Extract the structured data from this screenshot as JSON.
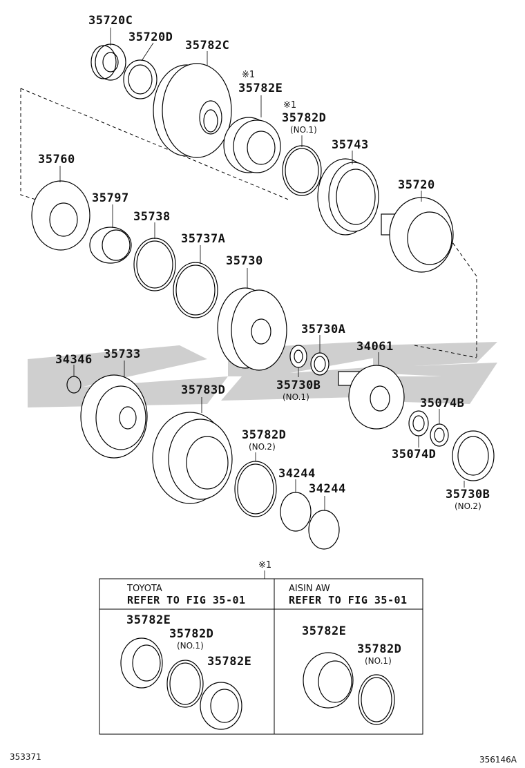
{
  "parts": {
    "p35720C": "35720C",
    "p35720D": "35720D",
    "p35782C": "35782C",
    "p35782E": "35782E",
    "p35782D": "35782D",
    "p35782D_sub": "(NO.1)",
    "p35743": "35743",
    "p35720": "35720",
    "p35760": "35760",
    "p35797": "35797",
    "p35738": "35738",
    "p35737A": "35737A",
    "p35730": "35730",
    "p35730A": "35730A",
    "p35730B": "35730B",
    "p35730B_sub": "(NO.1)",
    "p34061": "34061",
    "p34346": "34346",
    "p35733": "35733",
    "p35783D": "35783D",
    "p35782D2": "35782D",
    "p35782D2_sub": "(NO.2)",
    "p34244a": "34244",
    "p34244b": "34244",
    "p35074B": "35074B",
    "p35074D": "35074D",
    "p35730B2": "35730B",
    "p35730B2_sub": "(NO.2)"
  },
  "marks": {
    "m1": "※1",
    "m2": "※1",
    "m3": "※1"
  },
  "inset": {
    "left_brand": "TOYOTA",
    "left_ref": "REFER TO FIG 35-01",
    "right_brand": "AISIN AW",
    "right_ref": "REFER TO FIG 35-01",
    "left_a": "35782E",
    "left_b": "35782D",
    "left_b_sub": "(NO.1)",
    "left_c": "35782E",
    "right_a": "35782E",
    "right_b": "35782D",
    "right_b_sub": "(NO.1)"
  },
  "footer": {
    "left_code": "353371",
    "right_code": "356146A"
  },
  "watermark": {
    "color": "#c8c8c8"
  }
}
